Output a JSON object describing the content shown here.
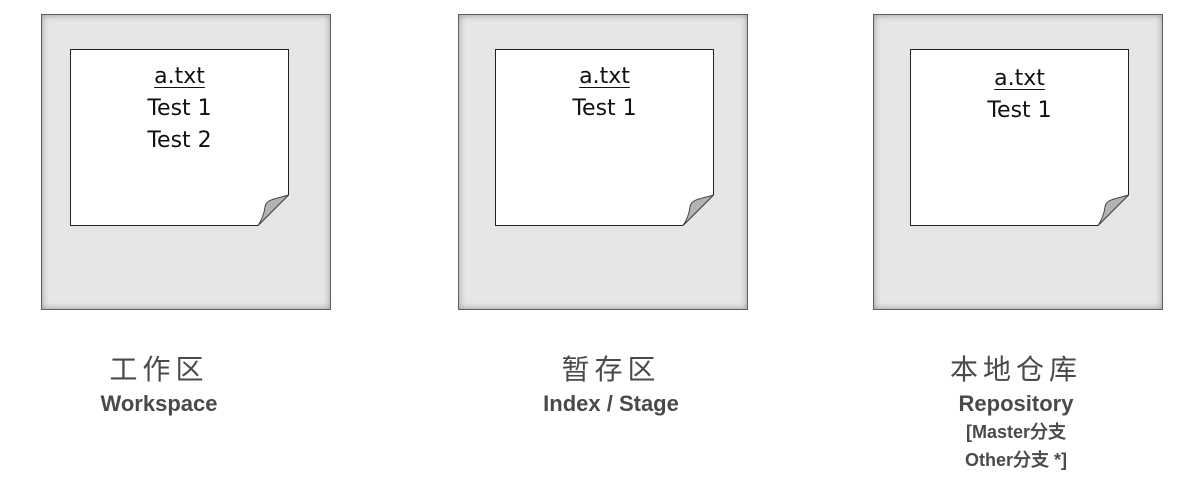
{
  "colors": {
    "panel_fill": "#e6e6e6",
    "panel_border": "#5f5f5f",
    "note_fill": "#ffffff",
    "note_fold": "#b3b3b3",
    "caption_text": "#4a4a4a"
  },
  "areas": [
    {
      "note": {
        "filename": "a.txt",
        "lines": [
          "Test 1",
          "Test 2"
        ]
      },
      "caption": {
        "cn": "工作区",
        "en": "Workspace"
      }
    },
    {
      "note": {
        "filename": "a.txt",
        "lines": [
          "Test 1"
        ]
      },
      "caption": {
        "cn": "暂存区",
        "en": "Index / Stage"
      }
    },
    {
      "note": {
        "filename": "a.txt",
        "lines": [
          "Test 1"
        ]
      },
      "caption": {
        "cn": "本地仓库",
        "en": "Repository",
        "branches": [
          "[Master分支",
          "Other分支 *]"
        ]
      }
    }
  ]
}
